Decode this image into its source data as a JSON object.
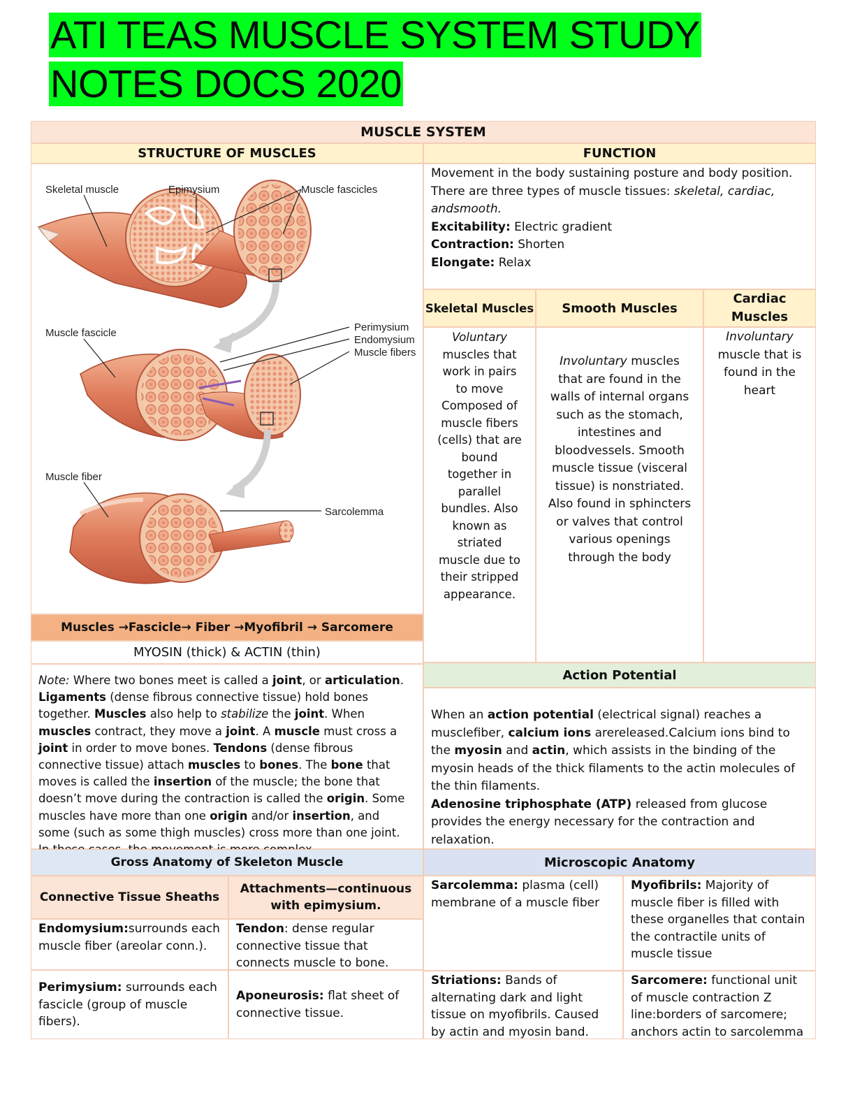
{
  "title": {
    "line1": "ATI TEAS MUSCLE SYSTEM STUDY",
    "line2": "NOTES DOCS 2020"
  },
  "table": {
    "header": "MUSCLE SYSTEM",
    "structure_header": "STRUCTURE OF MUSCLES",
    "function_header": "FUNCTION"
  },
  "diagram": {
    "labels": {
      "skeletal_muscle": "Skeletal muscle",
      "epimysium": "Epimysium",
      "muscle_fascicles": "Muscle fascicles",
      "muscle_fascicle": "Muscle fascicle",
      "perimysium": "Perimysium",
      "endomysium": "Endomysium",
      "muscle_fibers": "Muscle fibers",
      "muscle_fiber": "Muscle fiber",
      "sarcolemma": "Sarcolemma"
    }
  },
  "hierarchy": "Muscles →Fascicle→ Fiber →Myofibril → Sarcomere",
  "myosin_actin": "MYOSIN (thick) & ACTIN (thin)",
  "function": {
    "line1": "Movement in the body sustaining posture and body position.",
    "line2_pre": "There are three types of muscle tissues: ",
    "line2_em": "skeletal, cardiac, andsmooth.",
    "excitability_label": "Excitability:",
    "excitability_value": " Electric gradient",
    "contraction_label": "Contraction:",
    "contraction_value": " Shorten",
    "elongate_label": "Elongate:",
    "elongate_value": " Relax"
  },
  "types": {
    "skeletal_header": "Skeletal Muscles",
    "smooth_header": "Smooth Muscles",
    "cardiac_header": "Cardiac Muscles",
    "skeletal_em": "Voluntary",
    "skeletal_text": "muscles that work in pairs to move Composed of muscle fibers (cells) that are bound together in parallel bundles. Also known as striated muscle due to their stripped appearance.",
    "smooth_em": "Involuntary",
    "smooth_text": " muscles that are found in the walls of internal organs such as the stomach, intestines and bloodvessels. Smooth muscle tissue (visceral tissue) is nonstriated. Also found in sphincters or valves that control various openings through the body",
    "cardiac_em": "Involuntary",
    "cardiac_text": "muscle that is found in the heart"
  },
  "action_potential": {
    "header": "Action Potential",
    "p1_a": "When an ",
    "p1_b": "action potential",
    "p1_c": " (electrical signal) reaches a musclefiber, ",
    "p1_d": "calcium ions",
    "p1_e": " arereleased.Calcium ions bind to the ",
    "p1_f": "myosin",
    "p1_g": " and ",
    "p1_h": "actin",
    "p1_i": ", which assists in the binding of the myosin heads of the thick filaments to the actin molecules of the thin filaments.",
    "p2_a": "Adenosine triphosphate (ATP)",
    "p2_b": " released from glucose provides the energy necessary for the contraction and relaxation."
  },
  "note": {
    "segments": [
      {
        "t": "Note:",
        "s": "i"
      },
      {
        "t": " Where two bones meet is called a ",
        "s": ""
      },
      {
        "t": "joint",
        "s": "b"
      },
      {
        "t": ", or ",
        "s": ""
      },
      {
        "t": "articulation",
        "s": "b"
      },
      {
        "t": ". ",
        "s": ""
      },
      {
        "t": "Ligaments",
        "s": "b"
      },
      {
        "t": " (dense fibrous connective tissue) hold bones together. ",
        "s": ""
      },
      {
        "t": "Muscles",
        "s": "b"
      },
      {
        "t": " also help to ",
        "s": ""
      },
      {
        "t": "stabilize",
        "s": "i"
      },
      {
        "t": " the ",
        "s": ""
      },
      {
        "t": "joint",
        "s": "b"
      },
      {
        "t": ". When ",
        "s": ""
      },
      {
        "t": "muscles",
        "s": "b"
      },
      {
        "t": " contract, they move a ",
        "s": ""
      },
      {
        "t": "joint",
        "s": "b"
      },
      {
        "t": ". A ",
        "s": ""
      },
      {
        "t": "muscle",
        "s": "b"
      },
      {
        "t": " must cross a ",
        "s": ""
      },
      {
        "t": "joint",
        "s": "b"
      },
      {
        "t": " in order to move bones. ",
        "s": ""
      },
      {
        "t": "Tendons",
        "s": "b"
      },
      {
        "t": " (dense fibrous connective tissue) attach ",
        "s": ""
      },
      {
        "t": "muscles",
        "s": "b"
      },
      {
        "t": " to ",
        "s": ""
      },
      {
        "t": "bones",
        "s": "b"
      },
      {
        "t": ". The ",
        "s": ""
      },
      {
        "t": "bone",
        "s": "b"
      },
      {
        "t": " that moves is called the ",
        "s": ""
      },
      {
        "t": "insertion",
        "s": "b"
      },
      {
        "t": " of the muscle; the bone that doesn’t move during the contraction is called the ",
        "s": ""
      },
      {
        "t": "origin",
        "s": "b"
      },
      {
        "t": ". Some muscles have more than one ",
        "s": ""
      },
      {
        "t": "origin",
        "s": "b"
      },
      {
        "t": " and/or ",
        "s": ""
      },
      {
        "t": "insertion",
        "s": "b"
      },
      {
        "t": ", and some (such as some thigh muscles) cross more than one joint. In these cases, the movement is more complex.",
        "s": ""
      }
    ]
  },
  "gross": {
    "header": "Gross Anatomy of Skeleton Muscle",
    "col1_header": "Connective Tissue Sheaths",
    "col2_header": "Attachments—continuous with epimysium.",
    "endo_label": "Endomysium:",
    "endo_text": "surrounds each muscle fiber (areolar conn.).",
    "peri_label": "Perimysium:",
    "peri_text": " surrounds each fascicle (group of muscle fibers).",
    "tendon_label": "Tendon",
    "tendon_text": ": dense regular connective tissue that connects muscle to bone.",
    "apo_label": "Aponeurosis:",
    "apo_text": " flat sheet of connective tissue."
  },
  "micro": {
    "header": "Microscopic Anatomy",
    "sarcolemma_label": "Sarcolemma:",
    "sarcolemma_text": " plasma (cell) membrane of a muscle fiber",
    "myofibrils_label": "Myofibrils:",
    "myofibrils_text": " Majority of muscle fiber is filled with these organelles that contain the contractile units of muscle tissue",
    "striations_label": "Striations:",
    "striations_text": " Bands of alternating dark and light tissue on myofibrils. Caused by actin  and myosin band.",
    "sarcomere_label": "Sarcomere:",
    "sarcomere_text": " functional unit of muscle contraction Z line:borders of sarcomere; anchors actin to sarcolemma"
  },
  "colors": {
    "title_highlight": "#00ff1a",
    "header_peach": "#fce4d6",
    "header_yellow": "#fff2cc",
    "hierarchy_orange": "#f4b183",
    "action_green": "#e2efda",
    "gross_blue": "#dde8f4",
    "micro_blue": "#d9e1f2"
  }
}
